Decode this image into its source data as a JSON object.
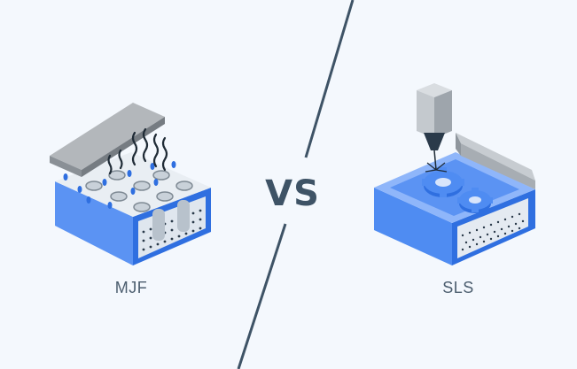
{
  "left_label": "MJF",
  "right_label": "SLS",
  "center_text": "VS",
  "colors": {
    "background": "#f4f8fd",
    "divider": "#3e5366",
    "blue_dark": "#2f6fe0",
    "blue_mid": "#4f8cf2",
    "blue_light": "#8fb6fa",
    "gray": "#9aa2a9",
    "text": "#4b5d6e"
  }
}
